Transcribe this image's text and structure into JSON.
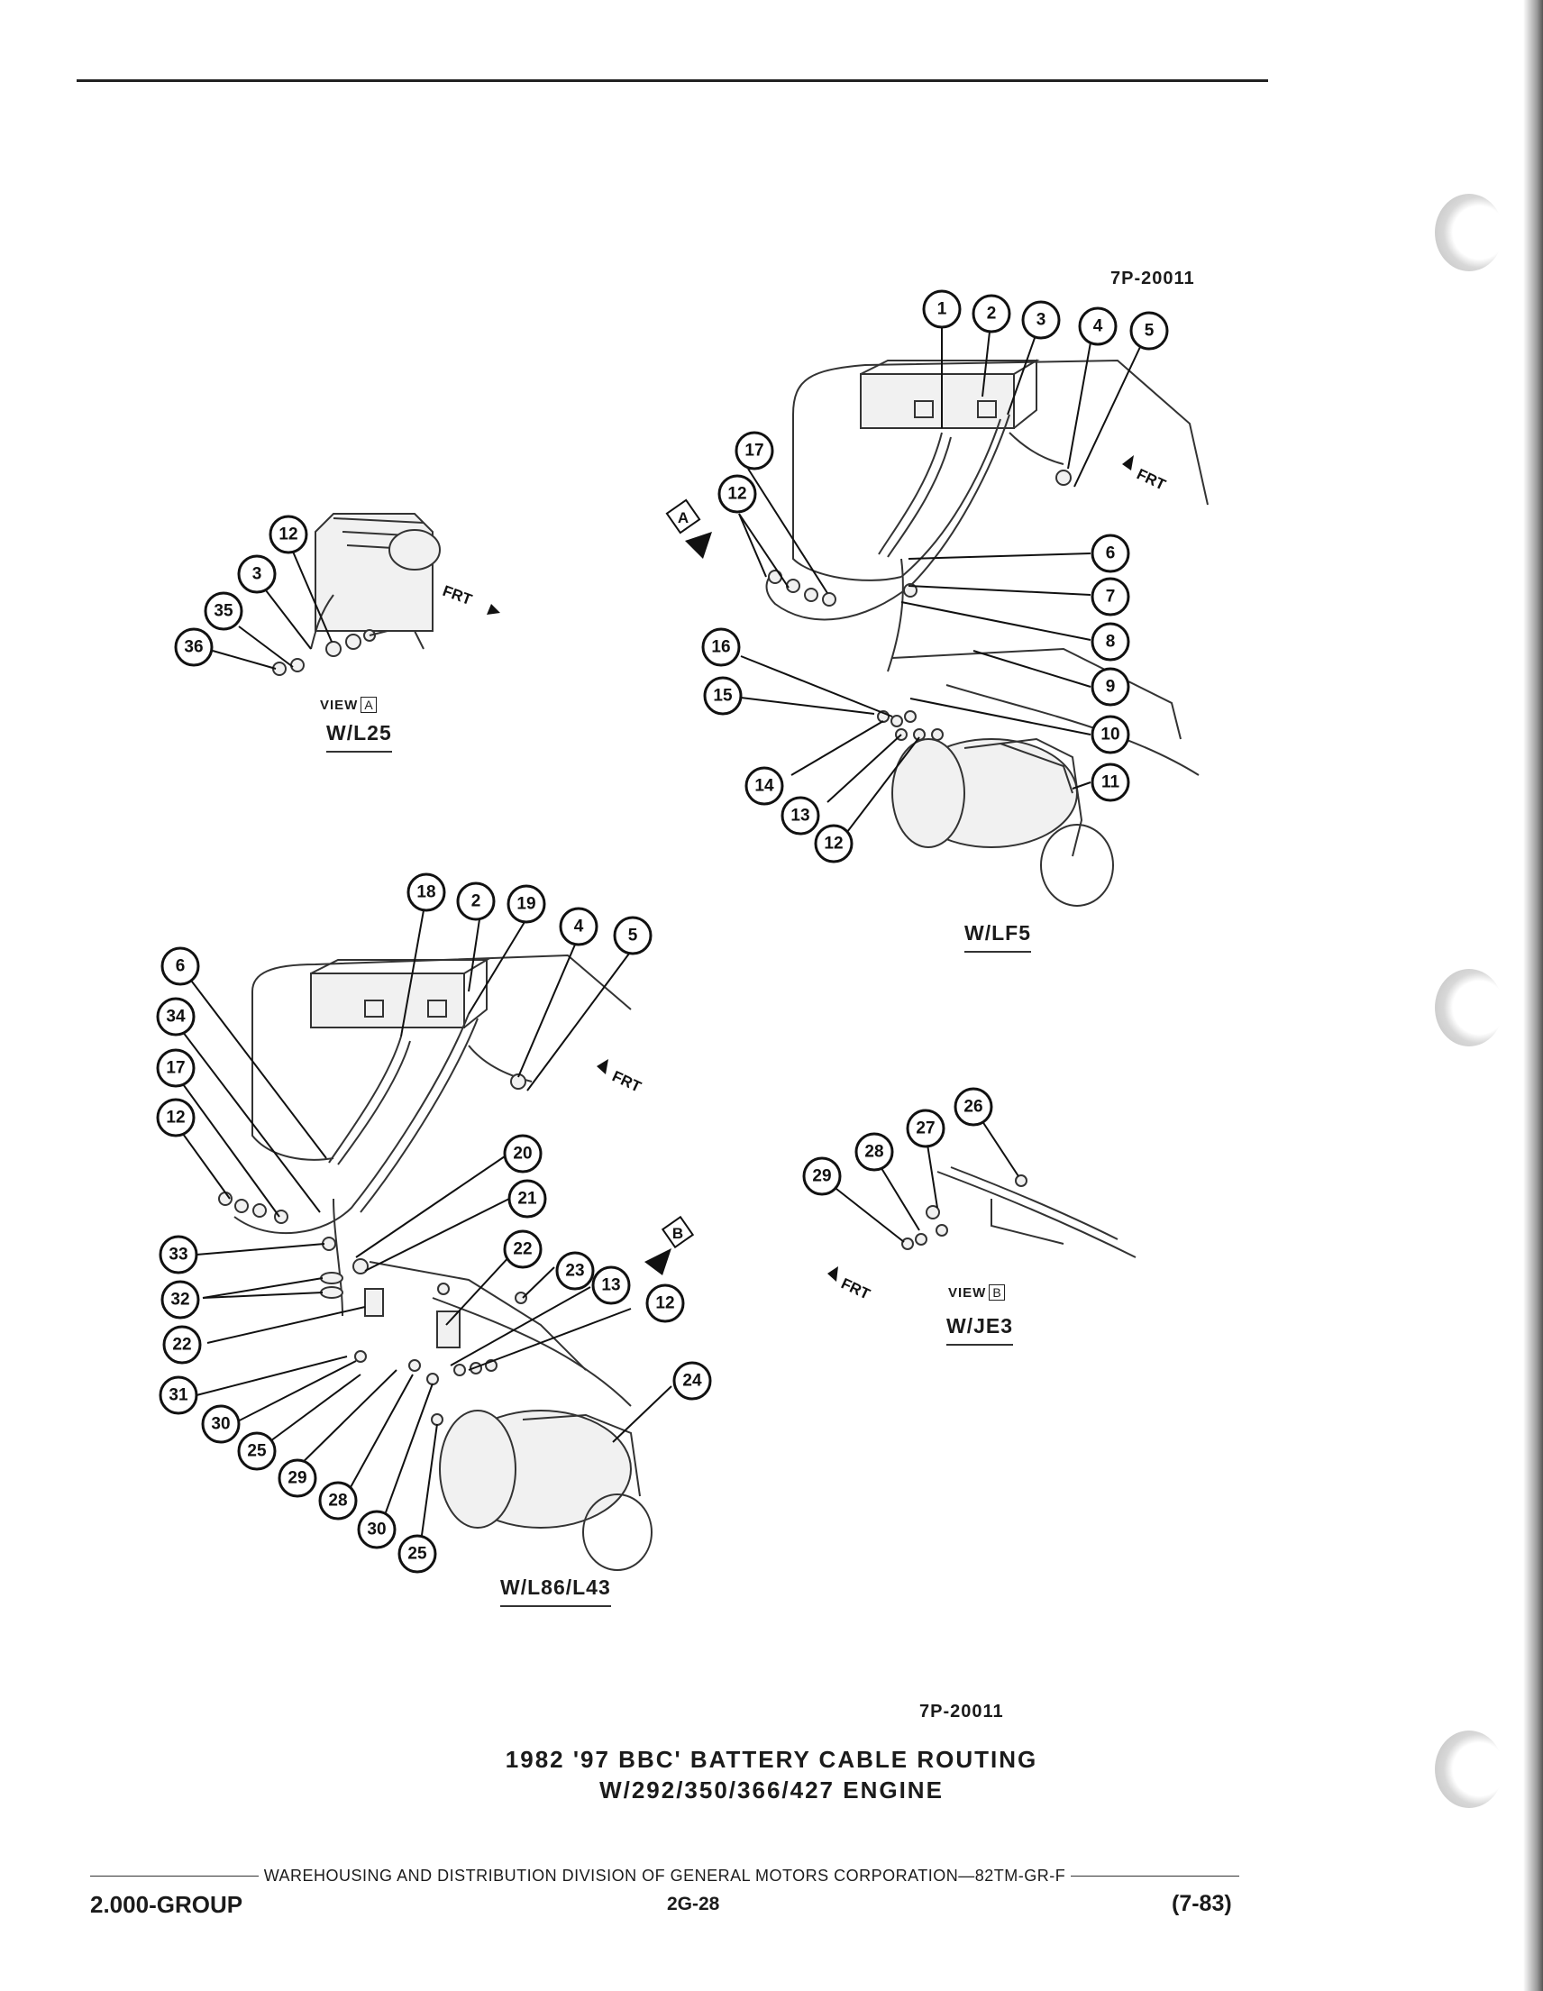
{
  "figure_ref_top": "7P-20011",
  "figure_ref_bottom": "7P-20011",
  "views": {
    "lf5": {
      "config": "W/LF5"
    },
    "l25": {
      "view_word": "VIEW",
      "view_letter": "A",
      "config": "W/L25"
    },
    "l86": {
      "config": "W/L86/L43"
    },
    "je3": {
      "view_word": "VIEW",
      "view_letter": "B",
      "config": "W/JE3"
    }
  },
  "markers": {
    "view_a": "A",
    "view_b": "B",
    "front": "FRT"
  },
  "callouts": {
    "lf5": [
      "1",
      "2",
      "3",
      "4",
      "5",
      "17",
      "12",
      "6",
      "7",
      "8",
      "16",
      "9",
      "15",
      "10",
      "11",
      "14",
      "13",
      "12"
    ],
    "l25": [
      "12",
      "3",
      "35",
      "36"
    ],
    "l86": [
      "18",
      "2",
      "19",
      "4",
      "5",
      "6",
      "34",
      "17",
      "12",
      "20",
      "21",
      "33",
      "22",
      "23",
      "32",
      "13",
      "12",
      "22",
      "31",
      "24",
      "30",
      "25",
      "29",
      "28",
      "30",
      "25"
    ],
    "je3": [
      "26",
      "27",
      "28",
      "29"
    ]
  },
  "caption": {
    "line1": "1982 '97 BBC' BATTERY CABLE ROUTING",
    "line2": "W/292/350/366/427 ENGINE"
  },
  "footer": {
    "publisher": "WAREHOUSING AND DISTRIBUTION DIVISION OF GENERAL MOTORS CORPORATION—82TM-GR-F",
    "group": "2.000-GROUP",
    "page": "2G-28",
    "date": "(7-83)"
  }
}
